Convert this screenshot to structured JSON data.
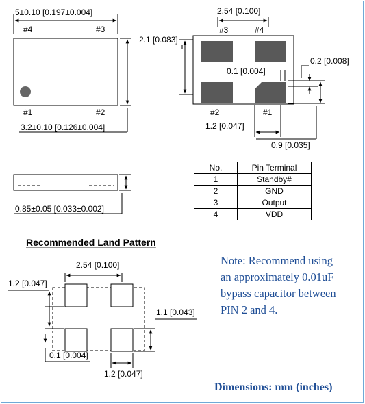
{
  "top_view": {
    "width_dim": "5±0.10 [0.197±0.004]",
    "length_dim": "3.2±0.10 [0.126±0.004]",
    "pin_labels": {
      "p4": "#4",
      "p3": "#3",
      "p1": "#1",
      "p2": "#2"
    }
  },
  "bottom_view": {
    "pitch_dim": "2.54 [0.100]",
    "height_dim": "2.1 [0.083]",
    "gap_dim": "0.1 [0.004]",
    "chamfer_dim": "0.2 [0.008]",
    "pad_width_dim": "1.2 [0.047]",
    "pad_height_dim": "0.9 [0.035]",
    "pin_labels": {
      "p3": "#3",
      "p4": "#4",
      "p2": "#2",
      "p1": "#1"
    }
  },
  "side_view": {
    "thickness_dim": "0.85±0.05 [0.033±0.002]"
  },
  "pin_table": {
    "headers": [
      "No.",
      "Pin Terminal"
    ],
    "rows": [
      [
        "1",
        "Standby#"
      ],
      [
        "2",
        "GND"
      ],
      [
        "3",
        "Output"
      ],
      [
        "4",
        "VDD"
      ]
    ]
  },
  "land_pattern": {
    "title": "Recommended Land Pattern",
    "pitch_dim": "2.54 [0.100]",
    "pad_len_dim": "1.2 [0.047]",
    "pad_h_dim": "1.1 [0.043]",
    "gap_dim": "0.1 [0.004]",
    "pad_w_dim": "1.2 [0.047]"
  },
  "note": {
    "lines": [
      "Note: Recommend using",
      "an approximately 0.01uF",
      "bypass capacitor between",
      "PIN 2 and 4."
    ]
  },
  "units_note": "Dimensions: mm (inches)",
  "colors": {
    "pad": "#595959",
    "note": "#1f4e96",
    "border": "#6fa9d6"
  }
}
